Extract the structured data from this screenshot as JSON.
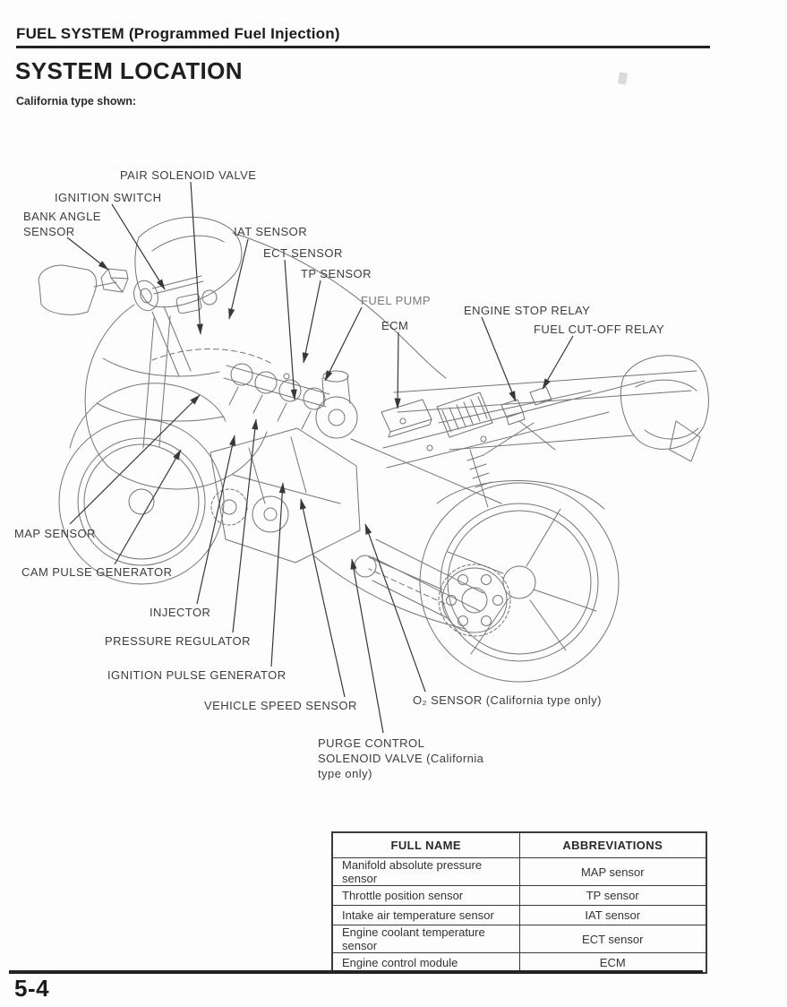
{
  "page": {
    "header_title": "FUEL SYSTEM (Programmed Fuel Injection)",
    "section_title": "SYSTEM LOCATION",
    "caption": "California type shown:",
    "page_number": "5-4"
  },
  "diagram": {
    "subject": "motorcycle-fuel-injection-component-locations",
    "labels": [
      {
        "id": "pair-solenoid-valve",
        "text": "PAIR SOLENOID VALVE"
      },
      {
        "id": "ignition-switch",
        "text": "IGNITION SWITCH"
      },
      {
        "id": "bank-angle-sensor",
        "text": "BANK ANGLE SENSOR"
      },
      {
        "id": "iat-sensor",
        "text": "IAT SENSOR"
      },
      {
        "id": "ect-sensor",
        "text": "ECT SENSOR"
      },
      {
        "id": "tp-sensor",
        "text": "TP SENSOR"
      },
      {
        "id": "fuel-pump",
        "text": "FUEL PUMP"
      },
      {
        "id": "ecm",
        "text": "ECM"
      },
      {
        "id": "engine-stop-relay",
        "text": "ENGINE STOP RELAY"
      },
      {
        "id": "fuel-cut-off-relay",
        "text": "FUEL CUT-OFF RELAY"
      },
      {
        "id": "map-sensor",
        "text": "MAP SENSOR"
      },
      {
        "id": "cam-pulse-generator",
        "text": "CAM PULSE GENERATOR"
      },
      {
        "id": "injector",
        "text": "INJECTOR"
      },
      {
        "id": "pressure-regulator",
        "text": "PRESSURE REGULATOR"
      },
      {
        "id": "ignition-pulse-generator",
        "text": "IGNITION PULSE GENERATOR"
      },
      {
        "id": "vehicle-speed-sensor",
        "text": "VEHICLE SPEED SENSOR"
      },
      {
        "id": "o2-sensor",
        "text": "O₂ SENSOR (California type only)"
      },
      {
        "id": "purge-control-solenoid-valve",
        "text": "PURGE CONTROL SOLENOID VALVE (California type only)"
      }
    ]
  },
  "table": {
    "headers": [
      "FULL NAME",
      "ABBREVIATIONS"
    ],
    "rows": [
      [
        "Manifold absolute pressure sensor",
        "MAP sensor"
      ],
      [
        "Throttle position sensor",
        "TP sensor"
      ],
      [
        "Intake air temperature sensor",
        "IAT sensor"
      ],
      [
        "Engine coolant temperature sensor",
        "ECT sensor"
      ],
      [
        "Engine control module",
        "ECM"
      ]
    ]
  },
  "colors": {
    "heading_text": "#1c1c1c",
    "label_text": "#3d3d3d",
    "label_text_light": "#7a7a7a",
    "drawing_line": "#757575",
    "leader_line": "#383838",
    "table_border": "#3a3a3a",
    "background": "#fdfdfd"
  }
}
